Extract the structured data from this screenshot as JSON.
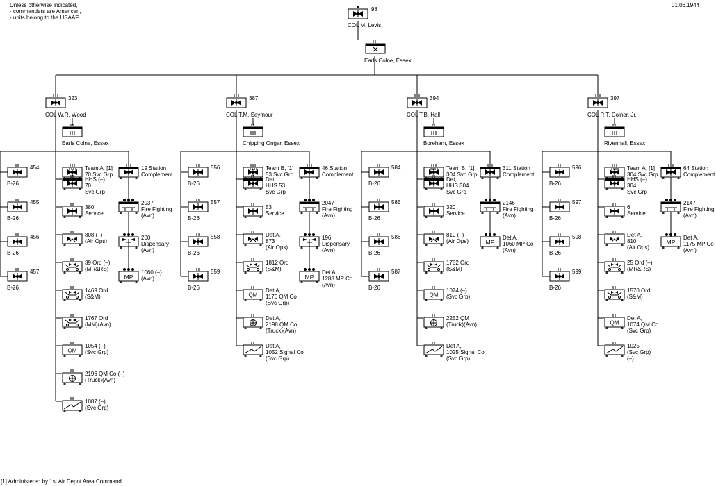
{
  "header": {
    "note_lines": [
      "Unless otherwise indicated,",
      "- commanders are American,",
      "- units belong to the USAAF."
    ],
    "date": "01.06.1944"
  },
  "top": {
    "unit_number": "98",
    "commander": "COL M. Levis",
    "hq_location": "Earls Colne, Essex"
  },
  "groups": [
    {
      "number": "323",
      "commander": "COL W.R. Wood",
      "hq_location": "Earls Colne, Essex",
      "squadrons": [
        {
          "number": "454",
          "type": "B-26"
        },
        {
          "number": "455",
          "type": "B-26"
        },
        {
          "number": "456",
          "type": "B-26"
        },
        {
          "number": "457",
          "type": "B-26"
        }
      ],
      "service": [
        {
          "kind": "svcgrp",
          "label": "Team A, [1]\n70 Svc Grp"
        },
        {
          "kind": "hhs",
          "label": "HHS (–)\n70\nSvc Grp"
        },
        {
          "kind": "service",
          "label": "380\nService"
        },
        {
          "kind": "airops",
          "label": "808 (–)\n(Air Ops)"
        },
        {
          "kind": "ord",
          "label": "39 Ord (–)\n(MR&RS)"
        },
        {
          "kind": "ord",
          "label": "1469 Ord\n(S&M)"
        },
        {
          "kind": "ord",
          "label": "1767 Ord\n(MM)(Avn)"
        },
        {
          "kind": "qm",
          "label": "1054 (–)\n(Svc Grp)"
        },
        {
          "kind": "truck",
          "label": "2196 QM Co (–)\n(Truck)(Avn)"
        },
        {
          "kind": "signal",
          "label": "1087 (–)\n(Svc Grp)"
        }
      ],
      "support": [
        {
          "kind": "station",
          "label": "19 Station\nComplement"
        },
        {
          "kind": "fire",
          "label": "2037\nFire Fighting\n(Avn)"
        },
        {
          "kind": "medical",
          "label": "200\nDispensary\n(Avn)"
        },
        {
          "kind": "mp",
          "label": "1060 (–)\n(Avn)"
        }
      ]
    },
    {
      "number": "387",
      "commander": "COL T.M. Seymour",
      "hq_location": "Chipping Ongar, Essex",
      "squadrons": [
        {
          "number": "556",
          "type": "B-26"
        },
        {
          "number": "557",
          "type": "B-26"
        },
        {
          "number": "558",
          "type": "B-26"
        },
        {
          "number": "559",
          "type": "B-26"
        }
      ],
      "service": [
        {
          "kind": "svcgrp",
          "label": "Team B, [1]\n53 Svc Grp"
        },
        {
          "kind": "hhs",
          "label": "Det,\nHHS 53\nSvc Grp"
        },
        {
          "kind": "service",
          "label": "53\nService"
        },
        {
          "kind": "airops",
          "label": "Det A,\n873\n(Air Ops)"
        },
        {
          "kind": "ord",
          "label": "1812 Ord\n(S&M)"
        },
        {
          "kind": "qm",
          "label": "Det A,\n1176 QM Co\n(Svc Grp)"
        },
        {
          "kind": "truck",
          "label": "Det A,\n2198 QM Co\n(Truck)(Avn)"
        },
        {
          "kind": "signal",
          "label": "Det A,\n1052 Signal Co\n(Svc Grp)"
        }
      ],
      "support": [
        {
          "kind": "station",
          "label": "46 Station\nComplement"
        },
        {
          "kind": "fire",
          "label": "2047\nFire Fighting\n(Avn)"
        },
        {
          "kind": "medical",
          "label": "196\nDispensary\n(Avn)"
        },
        {
          "kind": "mp",
          "label": "Det A,\n1288 MP Co\n(Avn)"
        }
      ]
    },
    {
      "number": "394",
      "commander": "COL T.B. Hall",
      "hq_location": "Boreham, Essex",
      "squadrons": [
        {
          "number": "584",
          "type": "B-26"
        },
        {
          "number": "585",
          "type": "B-26"
        },
        {
          "number": "586",
          "type": "B-26"
        },
        {
          "number": "587",
          "type": "B-26"
        }
      ],
      "service": [
        {
          "kind": "svcgrp",
          "label": "Team B, [1]\n304 Svc Grp"
        },
        {
          "kind": "hhs",
          "label": "Det,\nHHS 304\nSvc Grp"
        },
        {
          "kind": "service",
          "label": "320\nService"
        },
        {
          "kind": "airops",
          "label": "810 (–)\n(Air Ops)"
        },
        {
          "kind": "ord",
          "label": "1782 Ord\n(S&M)"
        },
        {
          "kind": "qm",
          "label": "1074 (–)\n(Svc Grp)"
        },
        {
          "kind": "truck",
          "label": "2252 QM\n(Truck)(Avn)"
        },
        {
          "kind": "signal",
          "label": "Det A,\n1025 Signal Co\n(Svc Grp)"
        }
      ],
      "support": [
        {
          "kind": "station",
          "label": "311 Station\nComplement"
        },
        {
          "kind": "fire",
          "label": "2146\nFire Fighting\n(Avn)"
        },
        {
          "kind": "mp",
          "label": "Det A,\n1060 MP Co\n(Avn)"
        }
      ]
    },
    {
      "number": "397",
      "commander": "COL R.T. Coiner, Jr.",
      "hq_location": "Rivenhall, Essex",
      "squadrons": [
        {
          "number": "596",
          "type": "B-26"
        },
        {
          "number": "597",
          "type": "B-26"
        },
        {
          "number": "598",
          "type": "B-26"
        },
        {
          "number": "599",
          "type": "B-26"
        }
      ],
      "service": [
        {
          "kind": "svcgrp",
          "label": "Team A, [1]\n304 Svc Grp"
        },
        {
          "kind": "hhs",
          "label": "HHS (–)\n304\nSvc Grp"
        },
        {
          "kind": "service",
          "label": "6\nService"
        },
        {
          "kind": "airops",
          "label": "Det A,\n810\n(Air Ops)"
        },
        {
          "kind": "ord",
          "label": "25 Ord (–)\n(MR&RS)"
        },
        {
          "kind": "ord",
          "label": "1570 Ord\n(S&M)"
        },
        {
          "kind": "qm",
          "label": "Det A,\n1074 QM Co\n(Svc Grp)"
        },
        {
          "kind": "signal",
          "label": "1025\n(Svc Grp)\n(–)"
        }
      ],
      "support": [
        {
          "kind": "station",
          "label": "64 Station\nComplement"
        },
        {
          "kind": "fire",
          "label": "2147\nFire Fighting\n(Avn)"
        },
        {
          "kind": "mp",
          "label": "Det A,\n1175 MP Co\n(Avn)"
        }
      ]
    }
  ],
  "symbol_text": {
    "qm": "QM",
    "mp": "MP"
  },
  "footnote": "[1] Administered by 1st Air Depot Area Command."
}
